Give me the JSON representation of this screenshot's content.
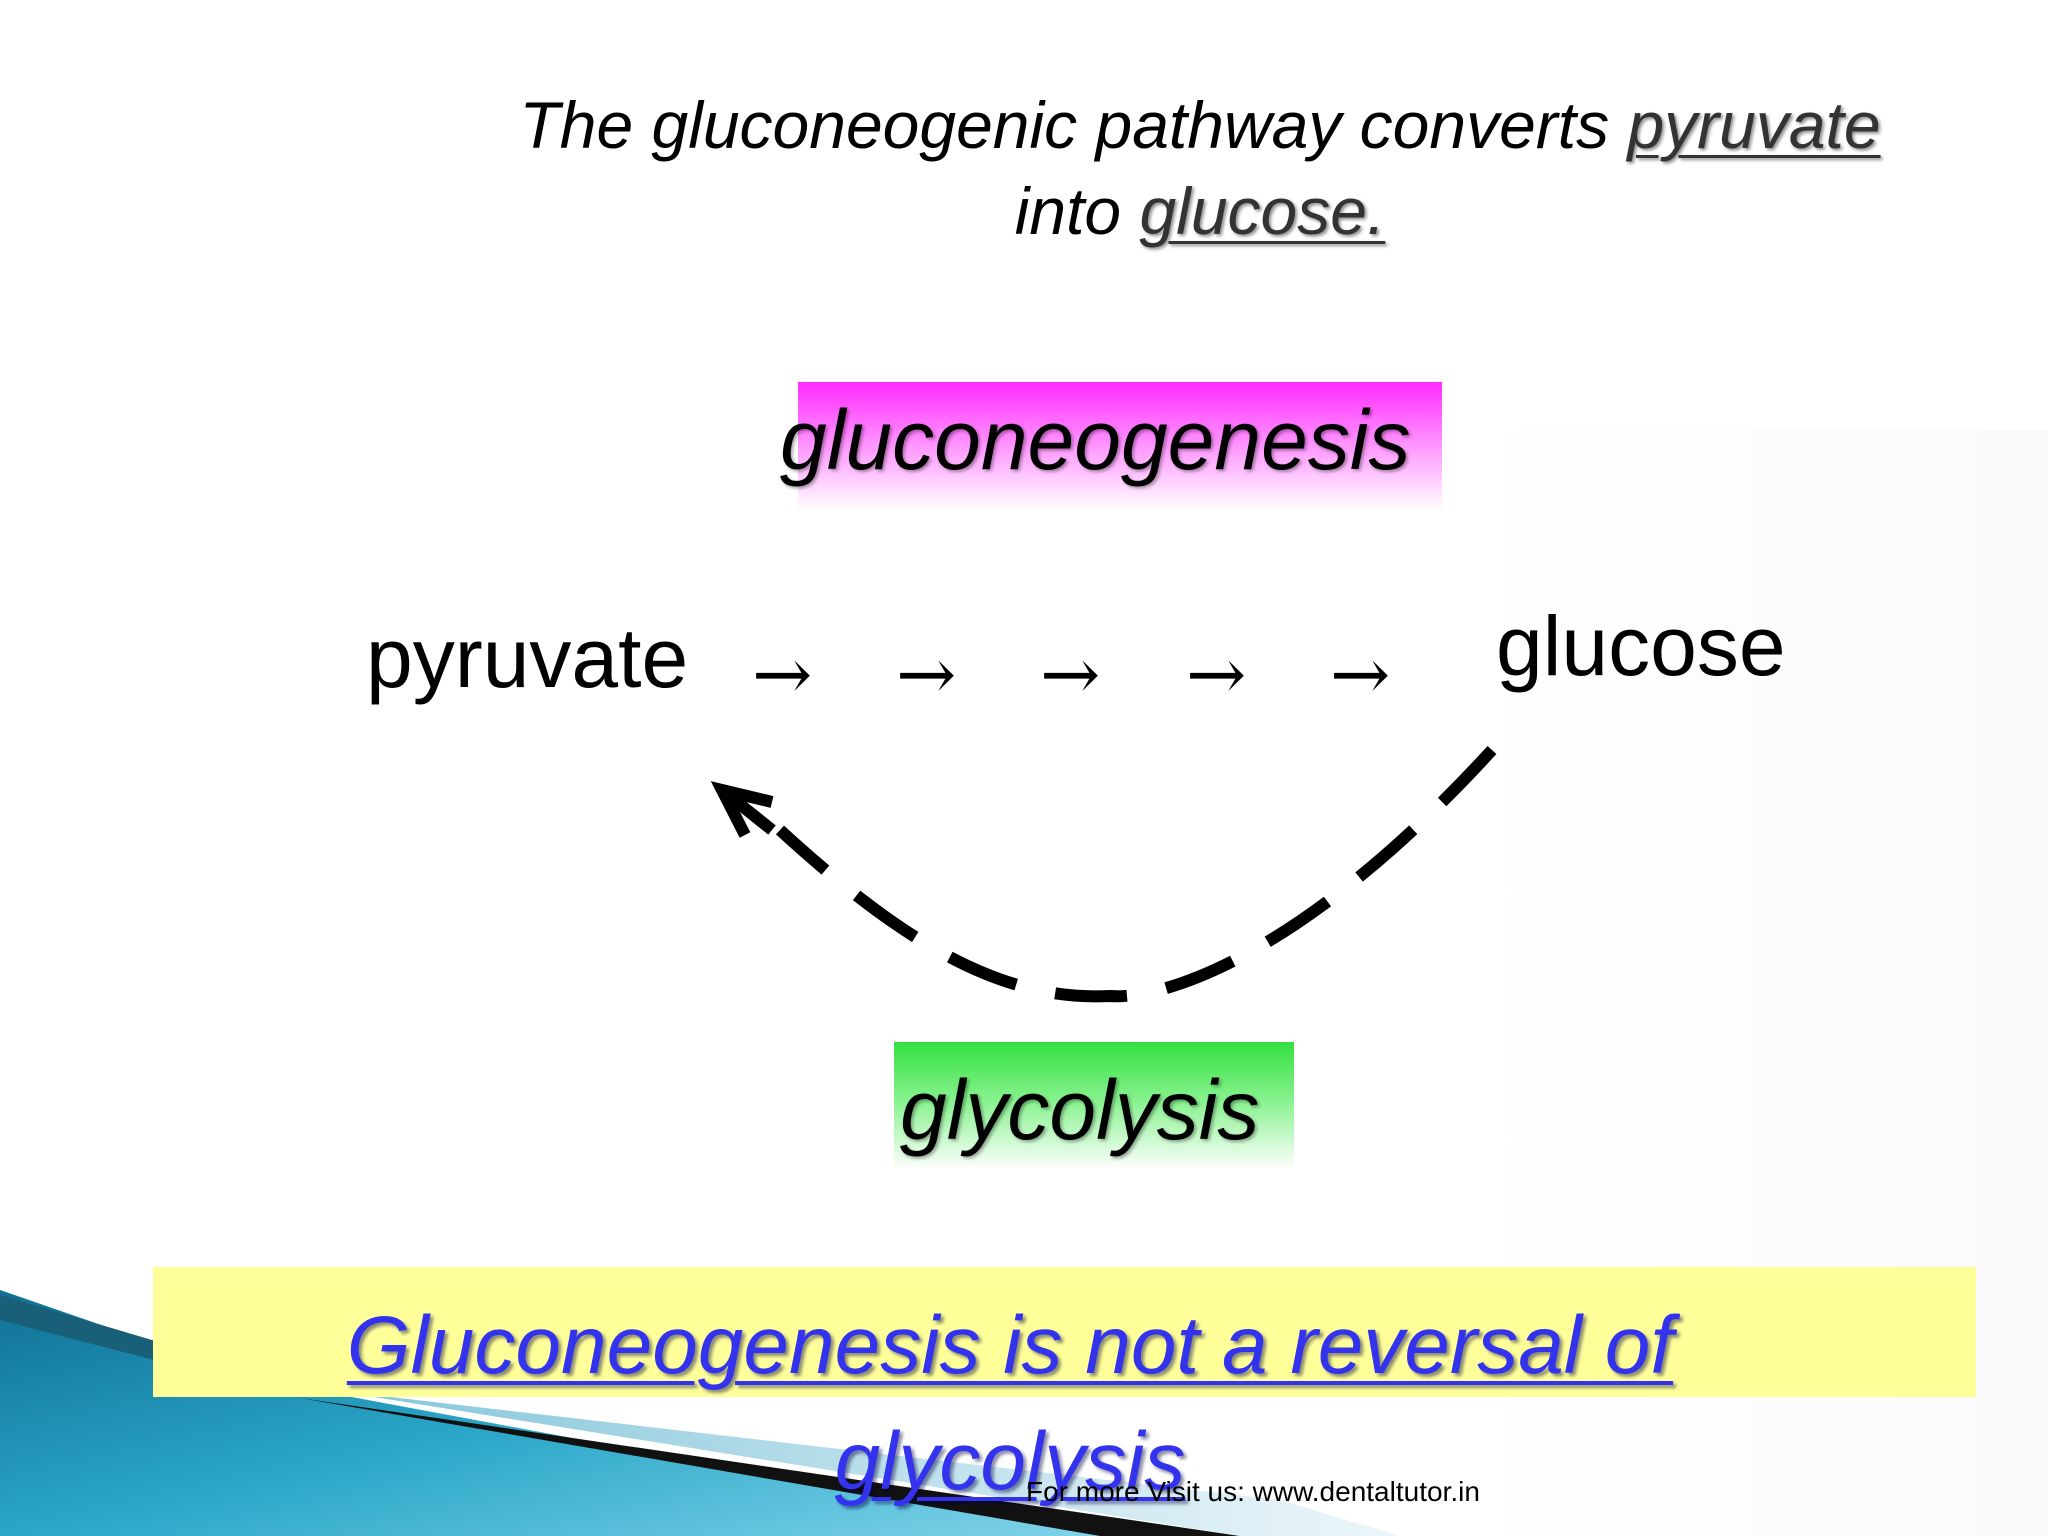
{
  "slide": {
    "heading": {
      "prefix": "The gluconeogenic pathway converts ",
      "emph1": "pyruvate",
      "middle": "into ",
      "emph2": "glucose."
    },
    "diagram": {
      "top_label": "gluconeogenesis",
      "top_label_color": "#ff33ff",
      "start_word": "pyruvate",
      "end_word": "glucose",
      "arrows": [
        "→",
        "→",
        "→",
        "→",
        "→"
      ],
      "bottom_label": "glycolysis",
      "bottom_label_color": "#33e040",
      "return_arrow_style": "dashed"
    },
    "callout": {
      "text": " Gluconeogenesis is not a reversal of glycolysis",
      "text_color": "#3333ee",
      "background": "#ffff99"
    },
    "footer": "For more Visit us: www.dentaltutor.in",
    "accent_colors": {
      "teal": "#1c8fb0",
      "light_teal": "#5fc3dc",
      "dark_band": "#111111"
    }
  }
}
